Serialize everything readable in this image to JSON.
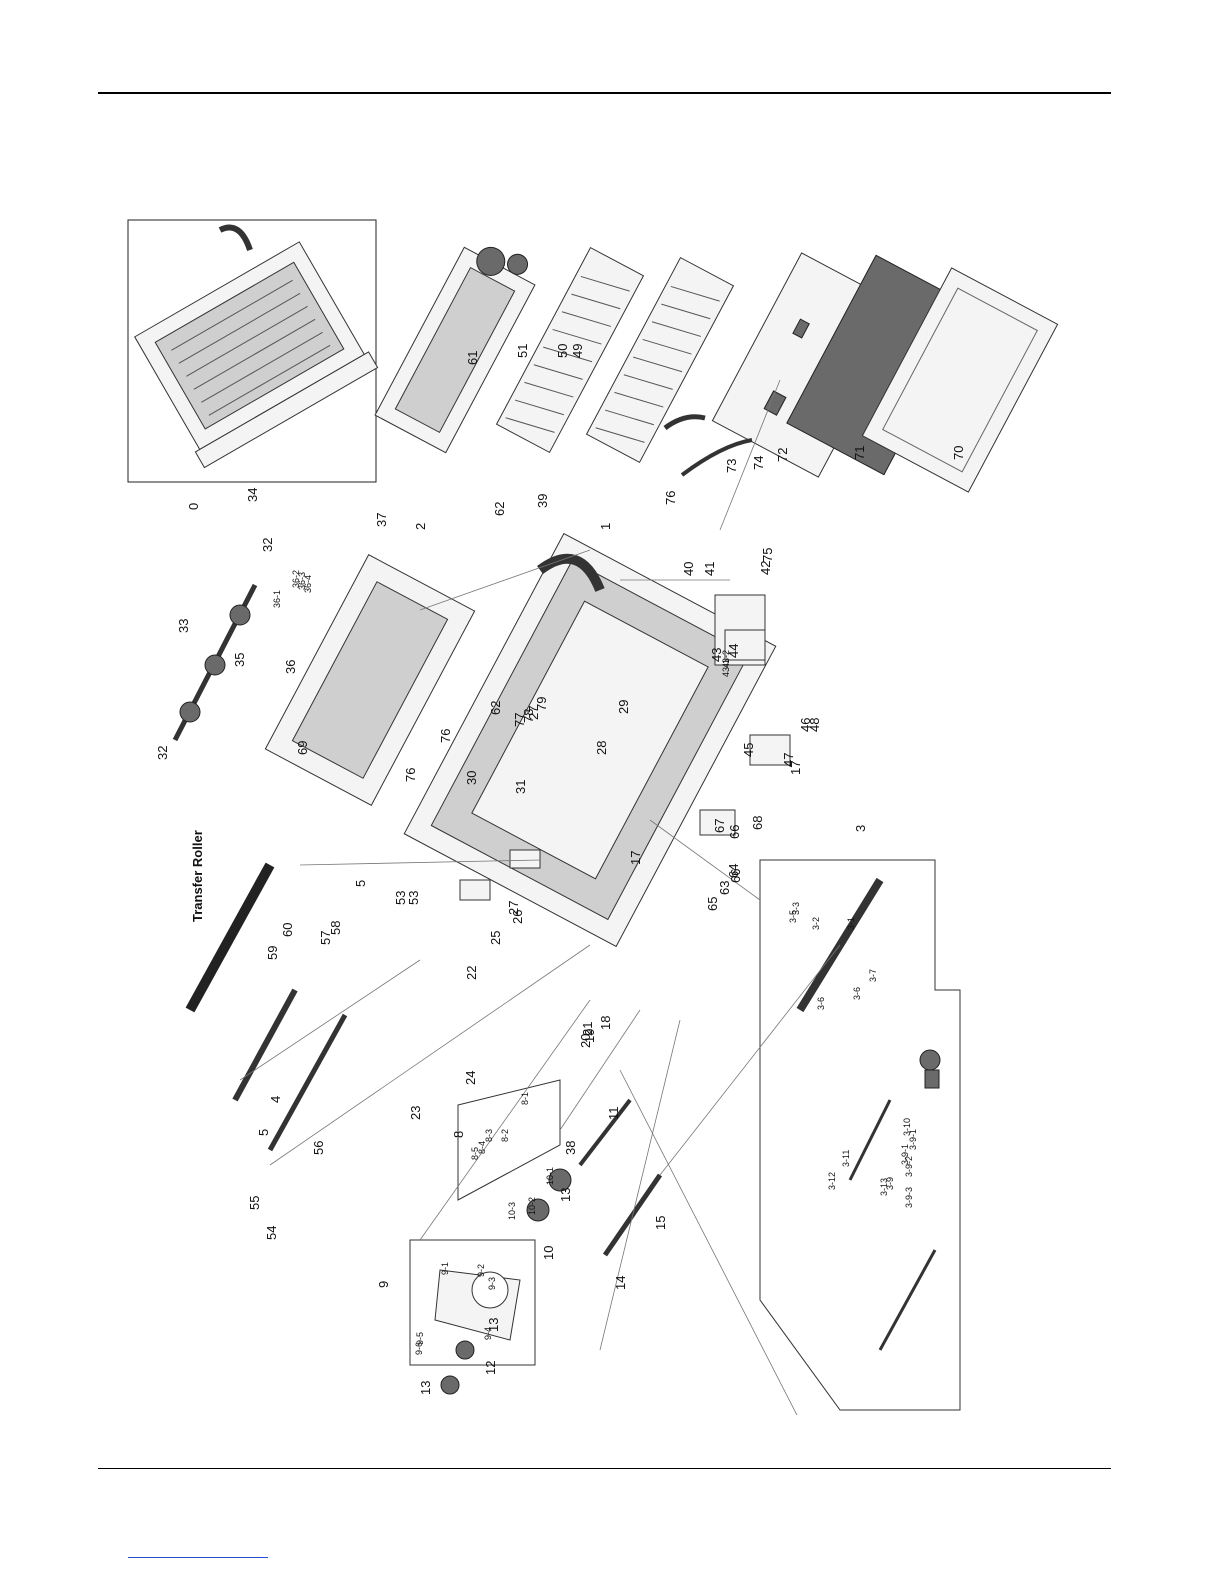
{
  "figure": {
    "transfer_roller_label": "Transfer Roller",
    "callouts": [
      "0",
      "1",
      "2",
      "3",
      "4",
      "5",
      "5",
      "8",
      "8-1",
      "8-2",
      "8-3",
      "8-4",
      "8-5",
      "9",
      "9-1",
      "9-2",
      "9-3",
      "9-4",
      "9-5",
      "9-6",
      "10",
      "10-1",
      "10-2",
      "10-3",
      "11",
      "12",
      "13",
      "13",
      "13",
      "14",
      "15",
      "17",
      "17",
      "18",
      "19",
      "20",
      "21",
      "22",
      "23",
      "24",
      "25",
      "26",
      "27",
      "27",
      "28",
      "29",
      "30",
      "31",
      "32",
      "32",
      "33",
      "34",
      "35",
      "36",
      "36-1",
      "36-2",
      "36-3",
      "36-4",
      "37",
      "38",
      "39",
      "40",
      "41",
      "42",
      "43",
      "43-1",
      "43-2",
      "44",
      "45",
      "46",
      "47",
      "48",
      "49",
      "50",
      "51",
      "53",
      "53",
      "54",
      "55",
      "56",
      "57",
      "58",
      "59",
      "60",
      "61",
      "62",
      "62",
      "63",
      "64",
      "65",
      "66",
      "66",
      "67",
      "68",
      "69",
      "70",
      "71",
      "72",
      "73",
      "74",
      "75",
      "76",
      "76",
      "76",
      "77",
      "78",
      "79",
      "3-1",
      "3-2",
      "3-3",
      "3-5",
      "3-6",
      "3-6",
      "3-7",
      "3-9",
      "3-9-1",
      "3-9-1",
      "3-9-2",
      "3-9-3",
      "3-10",
      "3-11",
      "3-12",
      "3-13"
    ]
  }
}
